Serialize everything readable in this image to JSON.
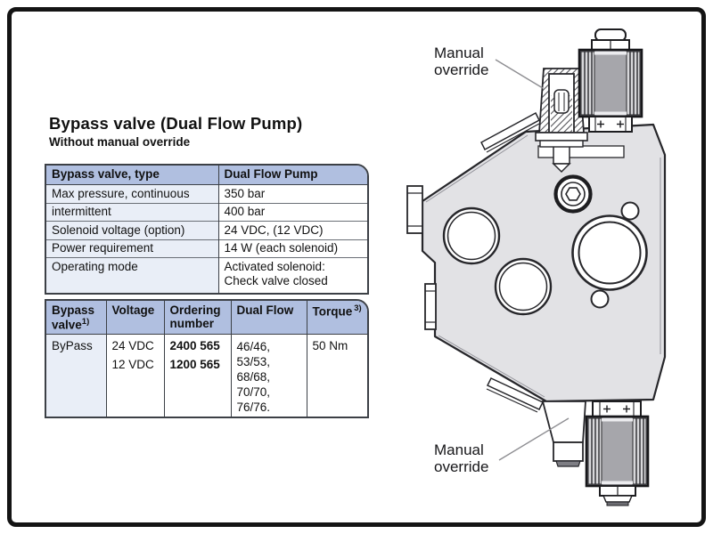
{
  "page": {
    "title": "Bypass valve (Dual Flow Pump)",
    "subtitle": "Without manual override"
  },
  "spec_table": {
    "header": {
      "col1": "Bypass valve, type",
      "col2": "Dual Flow Pump"
    },
    "rows": [
      {
        "label": "Max pressure, continuous",
        "value": "350 bar"
      },
      {
        "label": "intermittent",
        "value": "400 bar"
      },
      {
        "label": "Solenoid voltage (option)",
        "value": "24 VDC, (12 VDC)"
      },
      {
        "label": "Power requirement",
        "value": "14 W (each solenoid)"
      },
      {
        "label": "Operating mode",
        "value": "Activated solenoid:\nCheck valve closed"
      }
    ]
  },
  "order_table": {
    "headers": [
      {
        "text": "Bypass valve",
        "sup": "1)"
      },
      {
        "text": "Voltage",
        "sup": ""
      },
      {
        "text": "Ordering number",
        "sup": ""
      },
      {
        "text": "Dual Flow",
        "sup": ""
      },
      {
        "text": "Torque",
        "sup": "3)"
      }
    ],
    "row": {
      "valve": "ByPass",
      "voltages": [
        "24 VDC",
        "12 VDC"
      ],
      "ordering_numbers": [
        "2400 565",
        "1200 565"
      ],
      "dual_flow": "46/46,\n53/53,\n68/68,\n70/70,\n76/76.",
      "torque": "50 Nm"
    }
  },
  "diagram": {
    "label_top": "Manual\noverride",
    "label_bottom": "Manual\noverride"
  },
  "colors": {
    "table_header_bg": "#b0bfe0",
    "table_cell_bg": "#e9eef7",
    "pump_body_fill": "#e2e2e5",
    "coil_fill": "#a6a6ab",
    "outline": "#26262a",
    "frame": "#141414"
  }
}
